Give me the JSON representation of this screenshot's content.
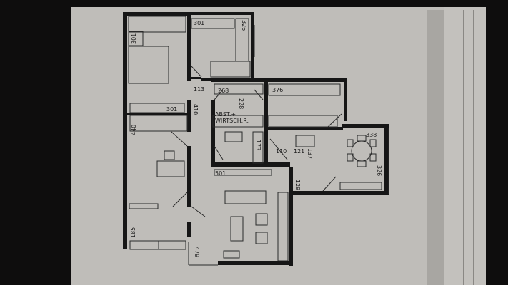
{
  "document": {
    "type": "architectural floor plan (photographed printout)",
    "colors": {
      "background": "#0e0d0d",
      "paper": "#bfbdb9",
      "wall": "#161616",
      "line": "#2a2a2a"
    }
  },
  "rooms": [
    {
      "id": "bedroom-1",
      "label": "301"
    },
    {
      "id": "room-top-right",
      "label": "301"
    },
    {
      "id": "room-top-right-depth",
      "label": "326"
    },
    {
      "id": "hall-top",
      "label": "113"
    },
    {
      "id": "hall-length",
      "label": "410"
    },
    {
      "id": "bath",
      "label": "268"
    },
    {
      "id": "bath-depth",
      "label": "228"
    },
    {
      "id": "kitchen",
      "label": "376"
    },
    {
      "id": "storage-utility",
      "label": "ABST.+"
    },
    {
      "id": "storage-utility-2",
      "label": "WIRTSCH.R."
    },
    {
      "id": "wardrobe",
      "label": "301"
    },
    {
      "id": "bedroom-2",
      "label": "440"
    },
    {
      "id": "shower",
      "label": "173"
    },
    {
      "id": "wc",
      "label": "110"
    },
    {
      "id": "pantry",
      "label": "121"
    },
    {
      "id": "pantry-depth",
      "label": "137"
    },
    {
      "id": "dining",
      "label": "338"
    },
    {
      "id": "dining-depth",
      "label": "326"
    },
    {
      "id": "entry",
      "label": "129"
    },
    {
      "id": "living",
      "label": "501"
    },
    {
      "id": "room-bottom-left",
      "label": "185"
    },
    {
      "id": "living-depth",
      "label": "479"
    }
  ]
}
